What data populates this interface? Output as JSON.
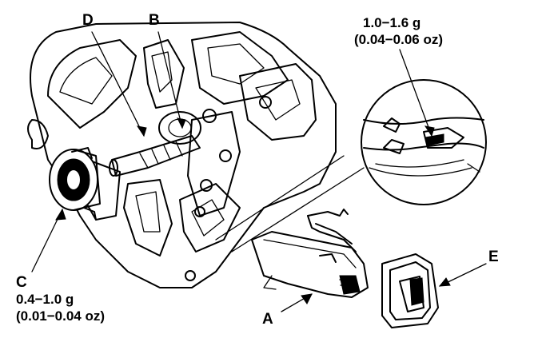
{
  "labels": {
    "d": "D",
    "b": "B",
    "c": "C",
    "a": "A",
    "e": "E"
  },
  "specs": {
    "top_line1": "1.0−1.6 g",
    "top_line2": "(0.04−0.06 oz)",
    "c_line1": "0.4−1.0 g",
    "c_line2": "(0.01−0.04 oz)"
  }
}
